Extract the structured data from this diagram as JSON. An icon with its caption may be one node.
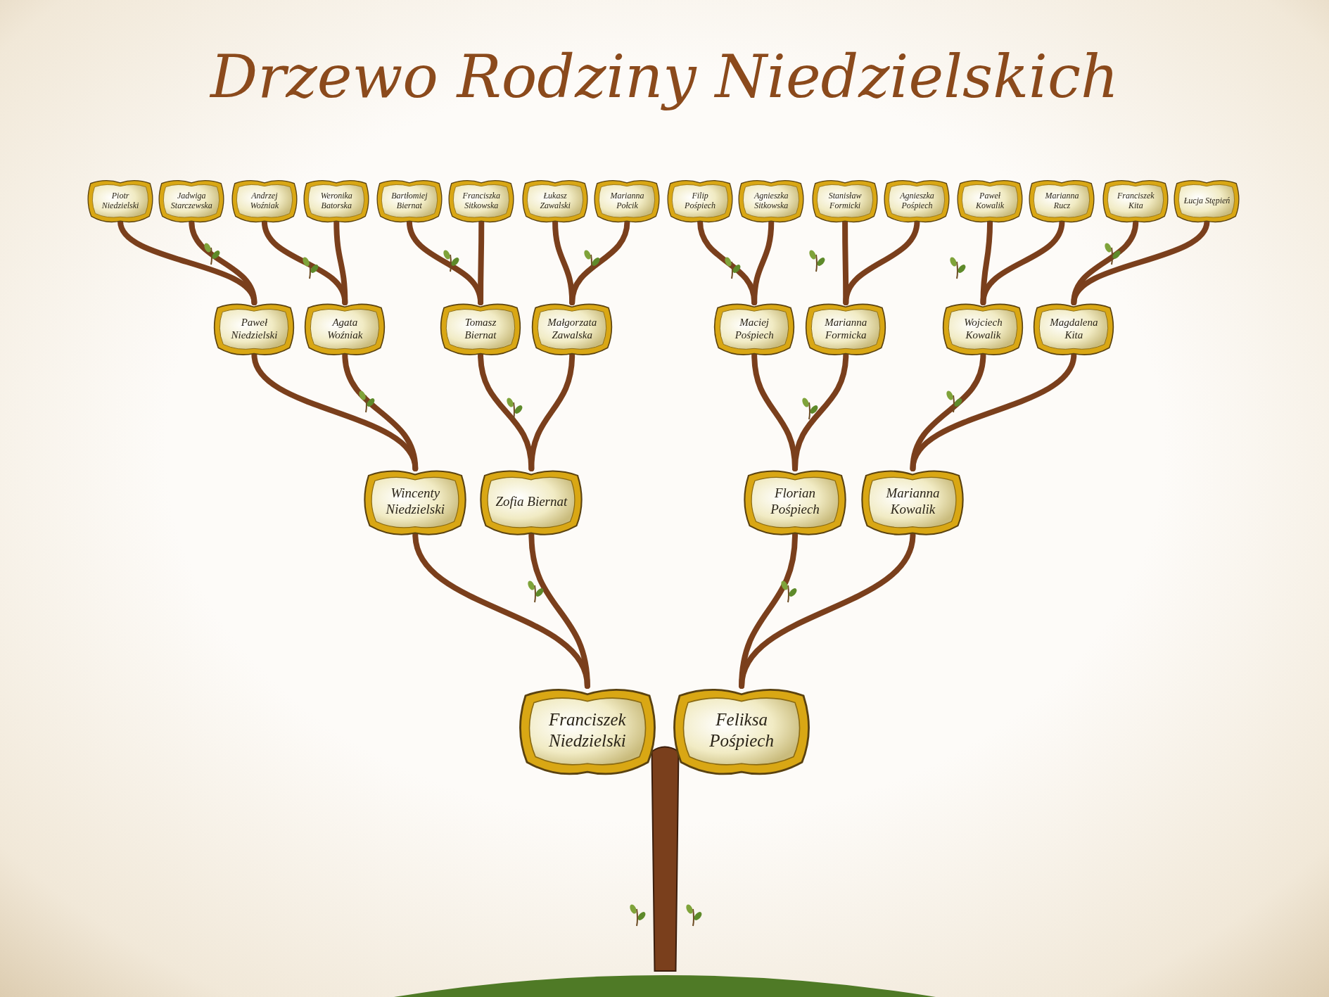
{
  "diagram": {
    "title": "Drzewo Rodziny Niedzielskich",
    "nodes": [
      {
        "text": [
          "Piotr Niedzielski"
        ]
      },
      {
        "text": [
          "Jadwiga Starczewska"
        ]
      },
      {
        "text": [
          "Andrzej Woźniak"
        ]
      },
      {
        "text": [
          "Weronika Batorska"
        ]
      },
      {
        "text": [
          "Bartłomiej Biernat"
        ]
      },
      {
        "text": [
          "Franciszka Sitkowska"
        ]
      },
      {
        "text": [
          "Łukasz Zawalski"
        ]
      },
      {
        "text": [
          "Marianna Połcik"
        ]
      },
      {
        "text": [
          "Filip Pośpiech"
        ]
      },
      {
        "text": [
          "Agnieszka Sitkowska"
        ]
      },
      {
        "text": [
          "Stanisław Formicki"
        ]
      },
      {
        "text": [
          "Agnieszka Pośpiech"
        ]
      },
      {
        "text": [
          "Paweł Kowalik"
        ]
      },
      {
        "text": [
          "Marianna Rucz"
        ]
      },
      {
        "text": [
          "Franciszek Kita"
        ]
      },
      {
        "text": [
          "Łucja Stępień"
        ]
      },
      {
        "text": [
          "Paweł Niedzielski"
        ]
      },
      {
        "text": [
          "Agata Woźniak"
        ]
      },
      {
        "text": [
          "Tomasz Biernat"
        ]
      },
      {
        "text": [
          "Małgorzata Zawalska"
        ]
      },
      {
        "text": [
          "Maciej Pośpiech"
        ]
      },
      {
        "text": [
          "Marianna Formicka"
        ]
      },
      {
        "text": [
          "Wojciech Kowalik"
        ]
      },
      {
        "text": [
          "Magdalena Kita"
        ]
      },
      {
        "text": [
          "Wincenty Niedzielski"
        ]
      },
      {
        "text": [
          "Zofia Biernat"
        ]
      },
      {
        "text": [
          "Florian Pośpiech"
        ]
      },
      {
        "text": [
          "Marianna Kowalik"
        ]
      },
      {
        "text": [
          "Franciszek Niedzielski"
        ]
      },
      {
        "text": [
          "Feliksa Pośpiech"
        ]
      }
    ],
    "edges": [
      {
        "from": 0,
        "to": 16,
        "arrow": "none"
      },
      {
        "from": 1,
        "to": 16,
        "arrow": "none"
      },
      {
        "from": 2,
        "to": 17,
        "arrow": "none"
      },
      {
        "from": 3,
        "to": 17,
        "arrow": "none"
      },
      {
        "from": 4,
        "to": 18,
        "arrow": "none"
      },
      {
        "from": 5,
        "to": 18,
        "arrow": "none"
      },
      {
        "from": 6,
        "to": 19,
        "arrow": "none"
      },
      {
        "from": 7,
        "to": 19,
        "arrow": "none"
      },
      {
        "from": 8,
        "to": 20,
        "arrow": "none"
      },
      {
        "from": 9,
        "to": 20,
        "arrow": "none"
      },
      {
        "from": 10,
        "to": 21,
        "arrow": "none"
      },
      {
        "from": 11,
        "to": 21,
        "arrow": "none"
      },
      {
        "from": 12,
        "to": 22,
        "arrow": "none"
      },
      {
        "from": 13,
        "to": 22,
        "arrow": "none"
      },
      {
        "from": 14,
        "to": 23,
        "arrow": "none"
      },
      {
        "from": 15,
        "to": 23,
        "arrow": "none"
      },
      {
        "from": 16,
        "to": 24,
        "arrow": "none"
      },
      {
        "from": 17,
        "to": 24,
        "arrow": "none"
      },
      {
        "from": 18,
        "to": 25,
        "arrow": "none"
      },
      {
        "from": 19,
        "to": 25,
        "arrow": "none"
      },
      {
        "from": 20,
        "to": 26,
        "arrow": "none"
      },
      {
        "from": 21,
        "to": 26,
        "arrow": "none"
      },
      {
        "from": 22,
        "to": 27,
        "arrow": "none"
      },
      {
        "from": 23,
        "to": 27,
        "arrow": "none"
      },
      {
        "from": 24,
        "to": 28,
        "arrow": "none"
      },
      {
        "from": 25,
        "to": 28,
        "arrow": "none"
      },
      {
        "from": 26,
        "to": 29,
        "arrow": "none"
      },
      {
        "from": 27,
        "to": 29,
        "arrow": "none"
      }
    ]
  }
}
